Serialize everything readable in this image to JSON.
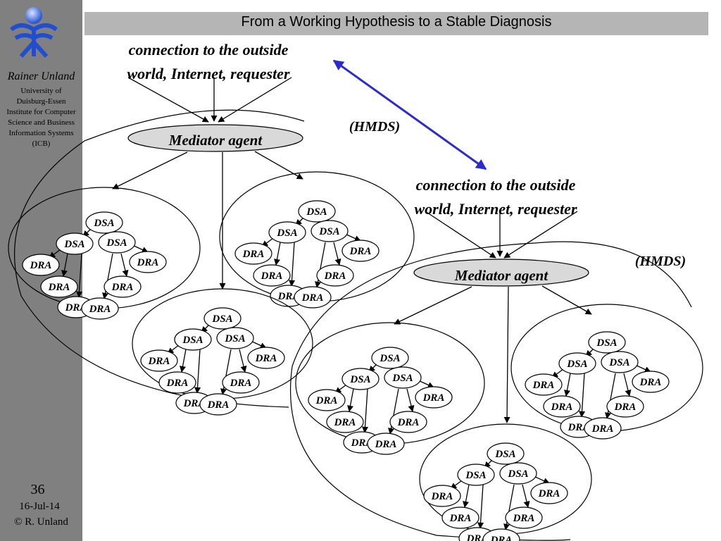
{
  "slide": {
    "title": "From a Working Hypothesis to a Stable Diagnosis",
    "author": "Rainer Unland",
    "affiliation": [
      "University of",
      "Duisburg-Essen",
      "Institute for Computer",
      "Science and Business",
      "Information Systems",
      "(ICB)"
    ],
    "slide_number": "36",
    "date": "16-Jul-14",
    "copyright": "© R. Unland"
  },
  "diagram": {
    "outside_label_line1": "connection to the outside",
    "outside_label_line2": "world, Internet, requester",
    "hmds_label": "(HMDS)",
    "mediator_label": "Mediator agent",
    "dsa_label": "DSA",
    "dra_label": "DRA",
    "colors": {
      "mediator_fill": "#d9d9d9",
      "double_arrow": "#2b2bcf",
      "sidebar": "#808080",
      "title_bar": "#b5b5b5"
    }
  }
}
